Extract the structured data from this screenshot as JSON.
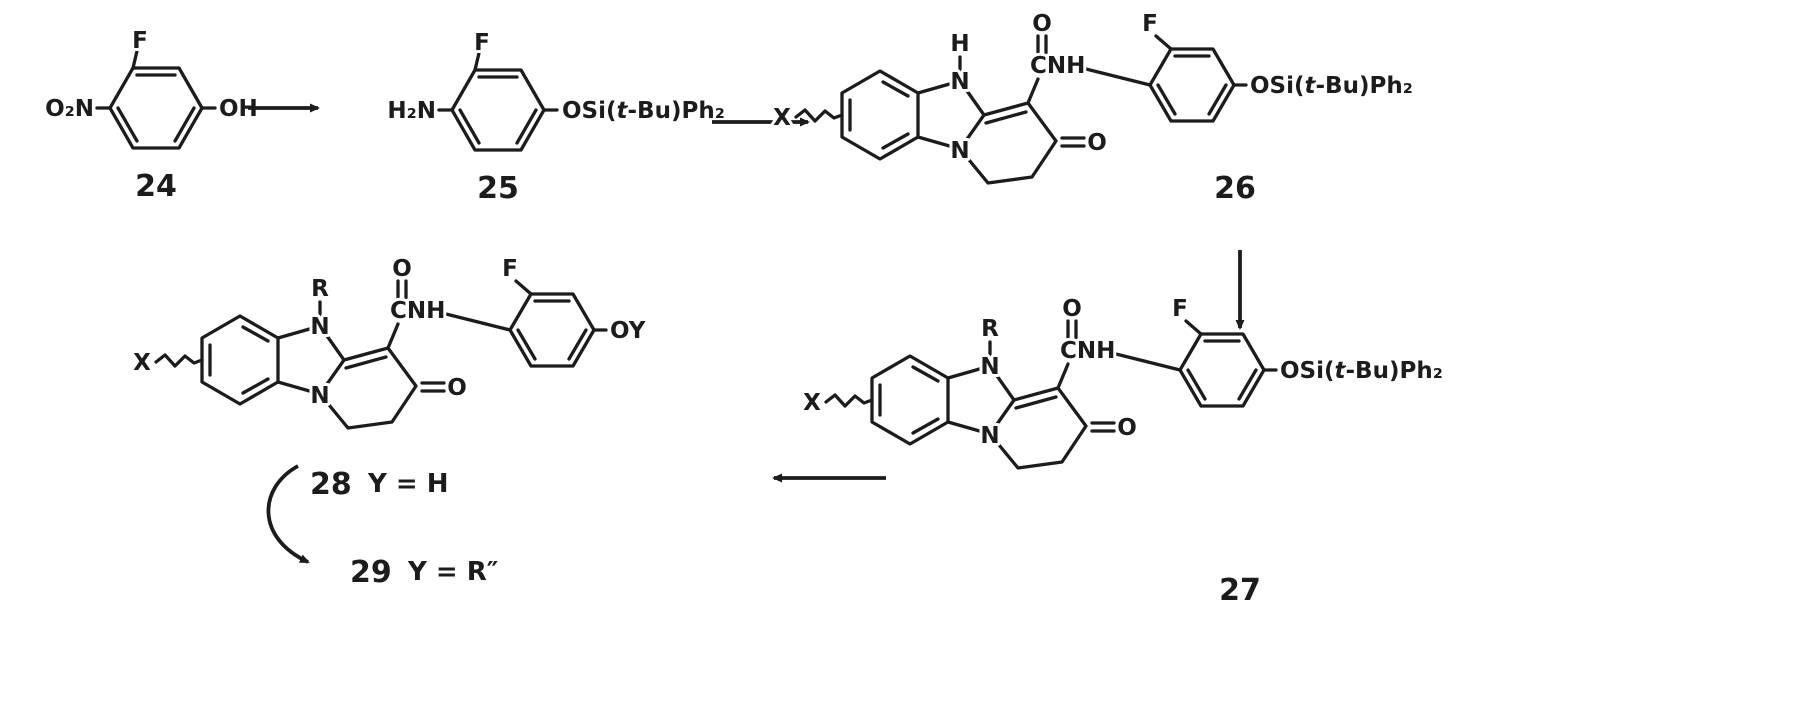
{
  "colors": {
    "ink": "#1c1c1c",
    "background": "#ffffff"
  },
  "atoms": {
    "fluorine": "F",
    "nitro": "O₂N",
    "hydroxyl": "OH",
    "amine": "H₂N",
    "nitrogen": "N",
    "hydrogen": "H",
    "oxygen": "O",
    "amide": "CNH",
    "x_substituent": "X",
    "r_substituent": "R",
    "oy_group": "OY"
  },
  "groups": {
    "silyl_prefix": "OSi(",
    "silyl_t": "t",
    "silyl_suffix": "-Bu)Ph₂"
  },
  "compound_numbers": {
    "c24": "24",
    "c25": "25",
    "c26": "26",
    "c27": "27",
    "c28": "28",
    "c29": "29"
  },
  "annotations": {
    "y_equals_h": "Y = H",
    "y_equals_r": "Y = R″"
  }
}
